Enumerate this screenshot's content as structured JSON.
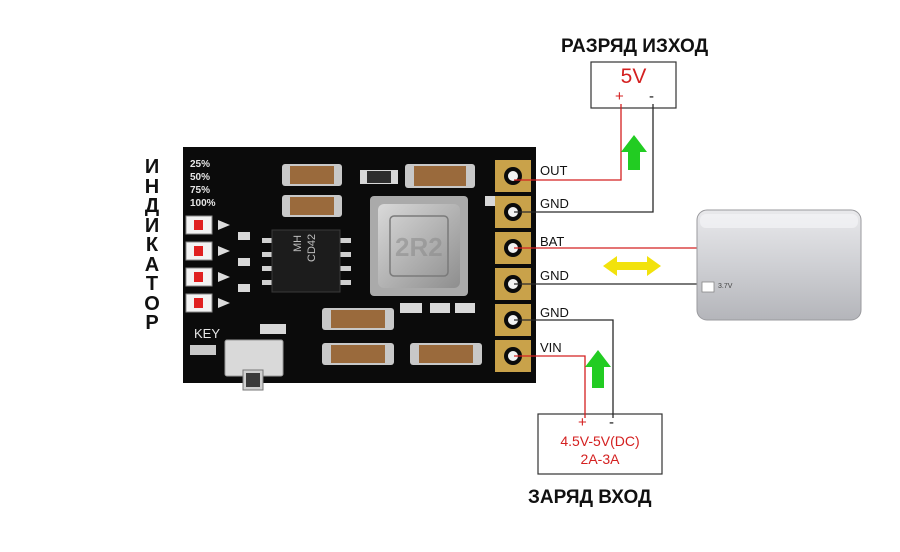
{
  "indicator_label": [
    "И",
    "Н",
    "Д",
    "И",
    "К",
    "А",
    "Т",
    "О",
    "Р"
  ],
  "discharge_output": {
    "title": "РАЗРЯД ИЗХОД",
    "voltage": "5V",
    "plus": "+",
    "minus": "-"
  },
  "charge_input": {
    "title": "ЗАРЯД ВХОД",
    "voltage": "4.5V-5V(DC)",
    "current": "2A-3A",
    "plus": "+",
    "minus": "-"
  },
  "pins": [
    "OUT",
    "GND",
    "BAT",
    "GND",
    "GND",
    "VIN"
  ],
  "board": {
    "led_levels": [
      "25%",
      "50%",
      "75%",
      "100%"
    ],
    "chip_marking": [
      "MH",
      "CD42"
    ],
    "key_label": "KEY",
    "inductor_marking": "2R2"
  },
  "battery": {
    "label": "3.7V"
  },
  "colors": {
    "board": "#0b0b0b",
    "wire_positive": "#d42020",
    "wire_negative": "#2a2a2a",
    "arrow_green": "#22cc22",
    "arrow_yellow": "#f2e20c",
    "pad_gold": "#c9a24a"
  }
}
